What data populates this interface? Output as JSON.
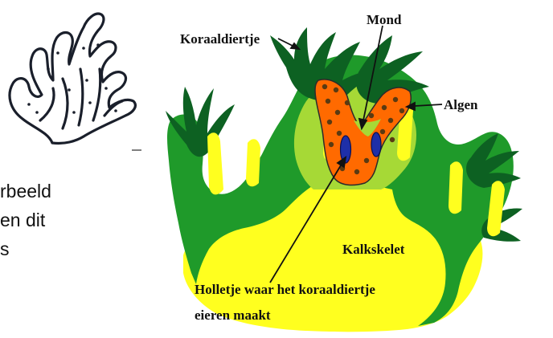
{
  "side_text": [
    "rbeeld",
    "en dit",
    "s"
  ],
  "labels": {
    "polyp": "Koraaldiertje",
    "mouth": "Mond",
    "algae": "Algen",
    "skeleton": "Kalkskelet",
    "cavity_line1": "Holletje waar het koraaldiertje",
    "cavity_line2": "eieren maakt"
  },
  "colors": {
    "skeleton": "#ffff1f",
    "light_green": "#1f9a2a",
    "dark_green": "#0d6122",
    "tissue": "#a6d936",
    "stomach": "#ff6a00",
    "cavity": "#1e2fa8",
    "algae_dot": "#5a3a12"
  },
  "icons": {
    "coral_outline": "coral-branch-icon"
  }
}
